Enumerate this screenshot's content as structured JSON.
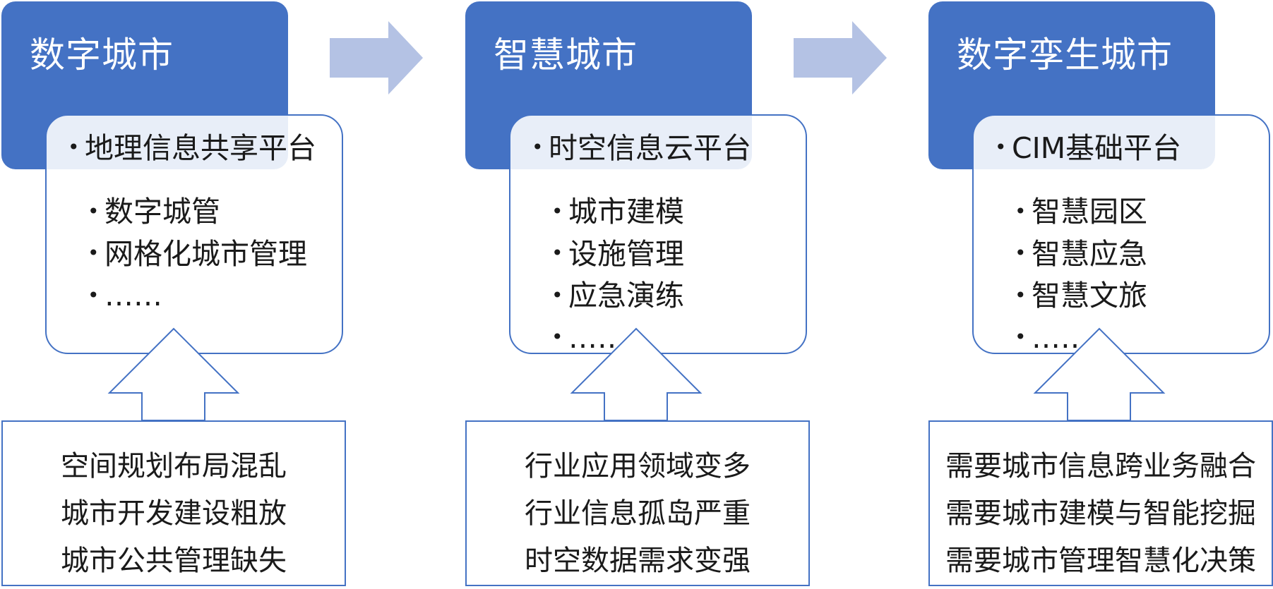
{
  "stages": [
    {
      "title": "数字城市",
      "platform": "地理信息共享平台",
      "applications": [
        "数字城管",
        "网格化城市管理",
        "……"
      ],
      "drivers": [
        "空间规划布局混乱",
        "城市开发建设粗放",
        "城市公共管理缺失"
      ]
    },
    {
      "title": "智慧城市",
      "platform": "时空信息云平台",
      "applications": [
        "城市建模",
        "设施管理",
        "应急演练",
        "……"
      ],
      "drivers": [
        "行业应用领域变多",
        "行业信息孤岛严重",
        "时空数据需求变强"
      ]
    },
    {
      "title": "数字孪生城市",
      "platform": "CIM基础平台",
      "applications": [
        "智慧园区",
        "智慧应急",
        "智慧文旅",
        "……"
      ],
      "drivers": [
        "需要城市信息跨业务融合",
        "需要城市建模与智能挖掘",
        "需要城市管理智慧化决策"
      ]
    }
  ],
  "bullet_glyph": "•",
  "colors": {
    "title_fill": "#4472c4",
    "outline": "#4472c4",
    "flow_arrow": "#b4c2e4",
    "text": "#1a1a1a"
  }
}
